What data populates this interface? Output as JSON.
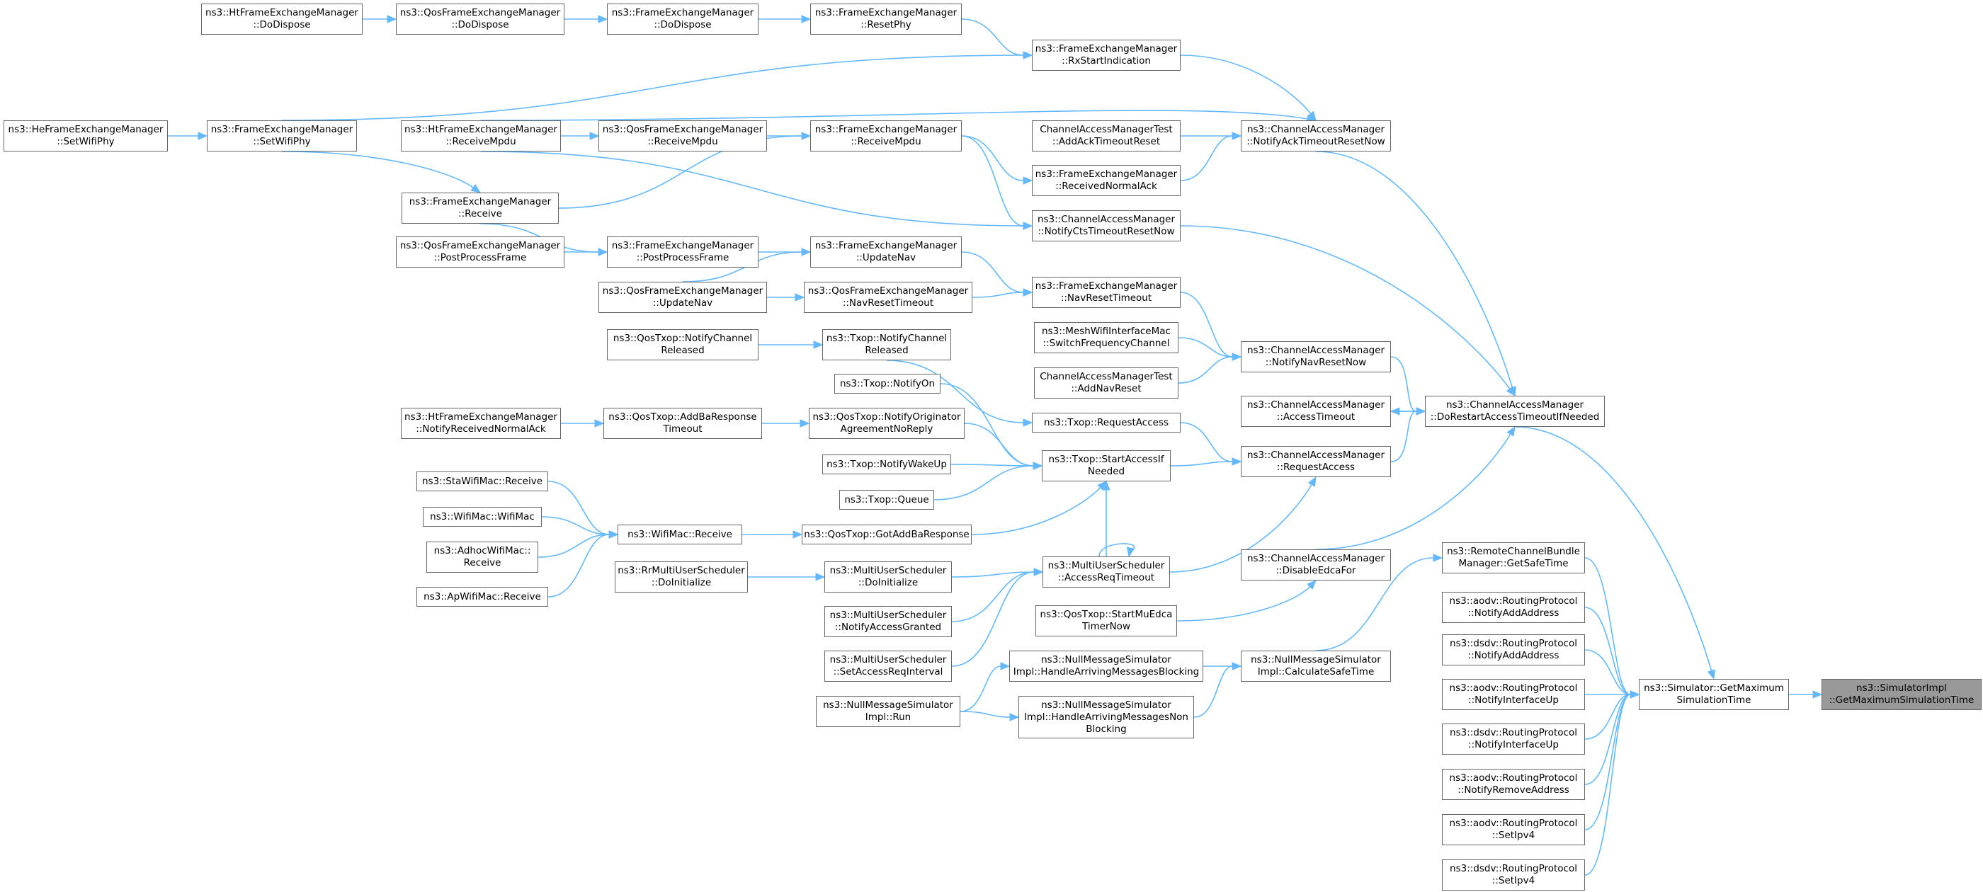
{
  "nodes": [
    {
      "id": "sim_impl",
      "lines": [
        "ns3::SimulatorImpl",
        "::GetMaximumSimulationTime"
      ],
      "focus": true
    },
    {
      "id": "sim_getmax",
      "lines": [
        "ns3::Simulator::GetMaximum",
        "SimulationTime"
      ]
    },
    {
      "id": "rcb_getsafe",
      "lines": [
        "ns3::RemoteChannelBundle",
        "Manager::GetSafeTime"
      ]
    },
    {
      "id": "aodv_notifyadd",
      "lines": [
        "ns3::aodv::RoutingProtocol",
        "::NotifyAddAddress"
      ]
    },
    {
      "id": "dsdv_notifyadd",
      "lines": [
        "ns3::dsdv::RoutingProtocol",
        "::NotifyAddAddress"
      ]
    },
    {
      "id": "aodv_ifup",
      "lines": [
        "ns3::aodv::RoutingProtocol",
        "::NotifyInterfaceUp"
      ]
    },
    {
      "id": "dsdv_ifup",
      "lines": [
        "ns3::dsdv::RoutingProtocol",
        "::NotifyInterfaceUp"
      ]
    },
    {
      "id": "aodv_remove",
      "lines": [
        "ns3::aodv::RoutingProtocol",
        "::NotifyRemoveAddress"
      ]
    },
    {
      "id": "aodv_setipv4",
      "lines": [
        "ns3::aodv::RoutingProtocol",
        "::SetIpv4"
      ]
    },
    {
      "id": "dsdv_setipv4",
      "lines": [
        "ns3::dsdv::RoutingProtocol",
        "::SetIpv4"
      ]
    },
    {
      "id": "cam_dorestart",
      "lines": [
        "ns3::ChannelAccessManager",
        "::DoRestartAccessTimeoutIfNeeded"
      ]
    },
    {
      "id": "cam_accesstimeout",
      "lines": [
        "ns3::ChannelAccessManager",
        "::AccessTimeout"
      ]
    },
    {
      "id": "cam_notifyack",
      "lines": [
        "ns3::ChannelAccessManager",
        "::NotifyAckTimeoutResetNow"
      ]
    },
    {
      "id": "cam_notifycts",
      "lines": [
        "ns3::ChannelAccessManager",
        "::NotifyCtsTimeoutResetNow"
      ]
    },
    {
      "id": "cam_notifynav",
      "lines": [
        "ns3::ChannelAccessManager",
        "::NotifyNavResetNow"
      ]
    },
    {
      "id": "cam_requestaccess",
      "lines": [
        "ns3::ChannelAccessManager",
        "::RequestAccess"
      ]
    },
    {
      "id": "cam_disableedca",
      "lines": [
        "ns3::ChannelAccessManager",
        "::DisableEdcaFor"
      ]
    },
    {
      "id": "nms_calcsafe",
      "lines": [
        "ns3::NullMessageSimulator",
        "Impl::CalculateSafeTime"
      ]
    },
    {
      "id": "nms_handleblocking",
      "lines": [
        "ns3::NullMessageSimulator",
        "Impl::HandleArrivingMessagesBlocking"
      ]
    },
    {
      "id": "nms_handlenonblocking",
      "lines": [
        "ns3::NullMessageSimulator",
        "Impl::HandleArrivingMessagesNon",
        "Blocking"
      ]
    },
    {
      "id": "nms_run",
      "lines": [
        "ns3::NullMessageSimulator",
        "Impl::Run"
      ]
    },
    {
      "id": "fem_rxstart",
      "lines": [
        "ns3::FrameExchangeManager",
        "::RxStartIndication"
      ]
    },
    {
      "id": "camtest_addack",
      "lines": [
        "ChannelAccessManagerTest",
        "::AddAckTimeoutReset"
      ]
    },
    {
      "id": "fem_recvnormalack",
      "lines": [
        "ns3::FrameExchangeManager",
        "::ReceivedNormalAck"
      ]
    },
    {
      "id": "fem_receivempdu",
      "lines": [
        "ns3::FrameExchangeManager",
        "::ReceiveMpdu"
      ]
    },
    {
      "id": "fem_resetphy",
      "lines": [
        "ns3::FrameExchangeManager",
        "::ResetPhy"
      ]
    },
    {
      "id": "fem_dodispose",
      "lines": [
        "ns3::FrameExchangeManager",
        "::DoDispose"
      ]
    },
    {
      "id": "qfem_dodispose",
      "lines": [
        "ns3::QosFrameExchangeManager",
        "::DoDispose"
      ]
    },
    {
      "id": "htfem_dodispose",
      "lines": [
        "ns3::HtFrameExchangeManager",
        "::DoDispose"
      ]
    },
    {
      "id": "htfem_receivempdu",
      "lines": [
        "ns3::HtFrameExchangeManager",
        "::ReceiveMpdu"
      ]
    },
    {
      "id": "qfem_receivempdu",
      "lines": [
        "ns3::QosFrameExchangeManager",
        "::ReceiveMpdu"
      ]
    },
    {
      "id": "fem_setwifiphy",
      "lines": [
        "ns3::FrameExchangeManager",
        "::SetWifiPhy"
      ]
    },
    {
      "id": "hefem_setwifiphy",
      "lines": [
        "ns3::HeFrameExchangeManager",
        "::SetWifiPhy"
      ]
    },
    {
      "id": "fem_receive",
      "lines": [
        "ns3::FrameExchangeManager",
        "::Receive"
      ]
    },
    {
      "id": "fem_postprocess",
      "lines": [
        "ns3::FrameExchangeManager",
        "::PostProcessFrame"
      ]
    },
    {
      "id": "qfem_postprocess",
      "lines": [
        "ns3::QosFrameExchangeManager",
        "::PostProcessFrame"
      ]
    },
    {
      "id": "fem_updatenav",
      "lines": [
        "ns3::FrameExchangeManager",
        "::UpdateNav"
      ]
    },
    {
      "id": "qfem_updatenav",
      "lines": [
        "ns3::QosFrameExchangeManager",
        "::UpdateNav"
      ]
    },
    {
      "id": "qfem_navreset",
      "lines": [
        "ns3::QosFrameExchangeManager",
        "::NavResetTimeout"
      ]
    },
    {
      "id": "fem_navreset",
      "lines": [
        "ns3::FrameExchangeManager",
        "::NavResetTimeout"
      ]
    },
    {
      "id": "mesh_switch",
      "lines": [
        "ns3::MeshWifiInterfaceMac",
        "::SwitchFrequencyChannel"
      ]
    },
    {
      "id": "camtest_addnav",
      "lines": [
        "ChannelAccessManagerTest",
        "::AddNavReset"
      ]
    },
    {
      "id": "txop_requestaccess",
      "lines": [
        "ns3::Txop::RequestAccess"
      ]
    },
    {
      "id": "txop_startaccess",
      "lines": [
        "ns3::Txop::StartAccessIf",
        "Needed"
      ]
    },
    {
      "id": "txop_notifychannel",
      "lines": [
        "ns3::Txop::NotifyChannel",
        "Released"
      ]
    },
    {
      "id": "qostxop_notifychannel",
      "lines": [
        "ns3::QosTxop::NotifyChannel",
        "Released"
      ]
    },
    {
      "id": "txop_notifyon",
      "lines": [
        "ns3::Txop::NotifyOn"
      ]
    },
    {
      "id": "qostxop_notifyorig",
      "lines": [
        "ns3::QosTxop::NotifyOriginator",
        "AgreementNoReply"
      ]
    },
    {
      "id": "qostxop_addba",
      "lines": [
        "ns3::QosTxop::AddBaResponse",
        "Timeout"
      ]
    },
    {
      "id": "htfem_notifyrecvack",
      "lines": [
        "ns3::HtFrameExchangeManager",
        "::NotifyReceivedNormalAck"
      ]
    },
    {
      "id": "txop_wakeup",
      "lines": [
        "ns3::Txop::NotifyWakeUp"
      ]
    },
    {
      "id": "txop_queue",
      "lines": [
        "ns3::Txop::Queue"
      ]
    },
    {
      "id": "qostxop_gotaddba",
      "lines": [
        "ns3::QosTxop::GotAddBaResponse"
      ]
    },
    {
      "id": "wifimac_receive",
      "lines": [
        "ns3::WifiMac::Receive"
      ]
    },
    {
      "id": "sta_receive",
      "lines": [
        "ns3::StaWifiMac::Receive"
      ]
    },
    {
      "id": "wifimac_wifimac",
      "lines": [
        "ns3::WifiMac::WifiMac"
      ]
    },
    {
      "id": "adhoc_receive",
      "lines": [
        "ns3::AdhocWifiMac::",
        "Receive"
      ]
    },
    {
      "id": "ap_receive",
      "lines": [
        "ns3::ApWifiMac::Receive"
      ]
    },
    {
      "id": "mus_accessreq",
      "lines": [
        "ns3::MultiUserScheduler",
        "::AccessReqTimeout"
      ]
    },
    {
      "id": "mus_doinit",
      "lines": [
        "ns3::MultiUserScheduler",
        "::DoInitialize"
      ]
    },
    {
      "id": "rrmus_doinit",
      "lines": [
        "ns3::RrMultiUserScheduler",
        "::DoInitialize"
      ]
    },
    {
      "id": "mus_notifygranted",
      "lines": [
        "ns3::MultiUserScheduler",
        "::NotifyAccessGranted"
      ]
    },
    {
      "id": "mus_setaccessreq",
      "lines": [
        "ns3::MultiUserScheduler",
        "::SetAccessReqInterval"
      ]
    },
    {
      "id": "qostxop_startmu",
      "lines": [
        "ns3::QosTxop::StartMuEdca",
        "TimerNow"
      ]
    }
  ]
}
